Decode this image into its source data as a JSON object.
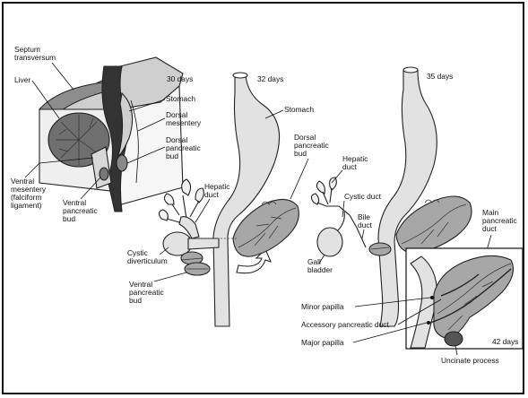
{
  "labels": {
    "septum_transversum": [
      "Septum",
      "transversum"
    ],
    "liver": "Liver",
    "stomach_30": "Stomach",
    "dorsal_mesentery": [
      "Dorsal",
      "mesentery"
    ],
    "dorsal_pancreatic_bud_30": [
      "Dorsal",
      "pancreatic",
      "bud"
    ],
    "ventral_mesentery": [
      "Ventral",
      "mesentery",
      "(falciform",
      "ligament)"
    ],
    "ventral_pancreatic_bud_30": [
      "Ventral",
      "pancreatic",
      "bud"
    ],
    "days_30": "30 days",
    "days_32": "32 days",
    "stomach_32": "Stomach",
    "dorsal_pancreatic_bud_32": [
      "Dorsal",
      "pancreatic",
      "bud"
    ],
    "hepatic_duct_32": [
      "Hepatic",
      "duct"
    ],
    "cystic_diverticulum": [
      "Cystic",
      "diverticulum"
    ],
    "ventral_pancreatic_bud_32": [
      "Ventral",
      "pancreatic",
      "bud"
    ],
    "days_35": "35 days",
    "hepatic_duct_35": [
      "Hepatic",
      "duct"
    ],
    "cystic_duct": "Cystic duct",
    "bile_duct": [
      "Bile",
      "duct"
    ],
    "gall_bladder": [
      "Gall",
      "bladder"
    ],
    "main_pancreatic_duct": [
      "Main",
      "pancreatic",
      "duct"
    ],
    "minor_papilla": "Minor papilla",
    "accessory_pancreatic_duct": "Accessory pancreatic duct",
    "major_papilla": "Major papilla",
    "days_42": "42 days",
    "uncinate_process": "Uncinate process"
  },
  "colors": {
    "line": "#111111",
    "light_tissue": "#e2e2e2",
    "mid_tissue": "#a7a7a7",
    "dark_tissue": "#555555"
  }
}
